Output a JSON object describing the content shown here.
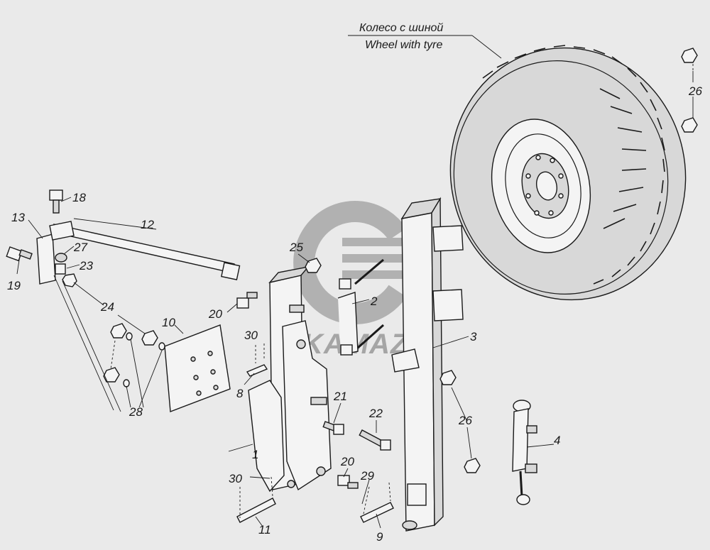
{
  "wheel_caption": {
    "ru": "Колесо с шиной",
    "en": "Wheel with tyre"
  },
  "logo": {
    "text": "KAMAZ",
    "color": "#9a9a9a"
  },
  "part_labels": {
    "p1": "1",
    "p2": "2",
    "p3": "3",
    "p4": "4",
    "p8": "8",
    "p9": "9",
    "p10": "10",
    "p11": "11",
    "p12": "12",
    "p13": "13",
    "p18": "18",
    "p19": "19",
    "p20a": "20",
    "p20b": "20",
    "p21": "21",
    "p22": "22",
    "p23": "23",
    "p24": "24",
    "p25": "25",
    "p26a": "26",
    "p26b": "26",
    "p27": "27",
    "p28": "28",
    "p29": "29",
    "p30a": "30",
    "p30b": "30"
  }
}
